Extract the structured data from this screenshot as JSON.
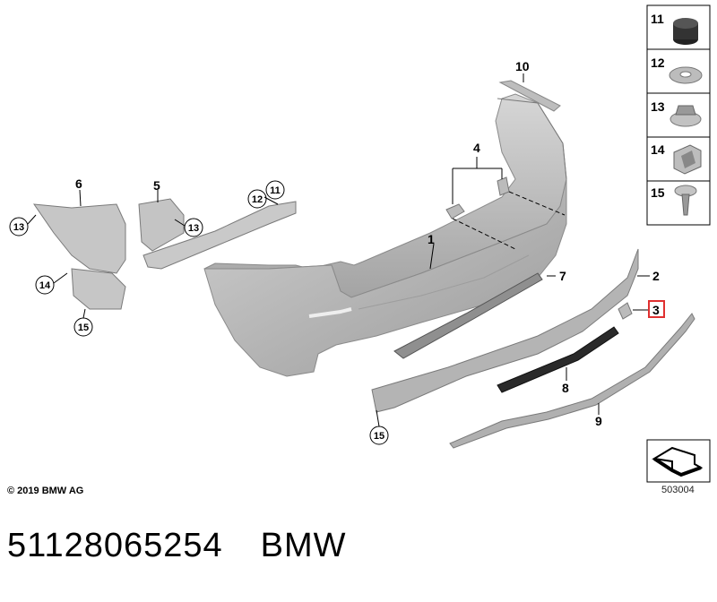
{
  "callouts": {
    "c1": "1",
    "c2": "2",
    "c3": "3",
    "c4": "4",
    "c5": "5",
    "c6": "6",
    "c7": "7",
    "c8": "8",
    "c9": "9",
    "c10": "10",
    "c11": "11",
    "c12": "12",
    "c13a": "13",
    "c13b": "13",
    "c14": "14",
    "c15a": "15",
    "c15b": "15"
  },
  "legend": {
    "i11": "11",
    "i12": "12",
    "i13": "13",
    "i14": "14",
    "i15": "15"
  },
  "highlight_color": "#e03030",
  "part_color": "#b8b8b8",
  "copyright": "© 2019 BMW AG",
  "diagram_code": "503004",
  "part_number": "51128065254",
  "brand": "BMW"
}
